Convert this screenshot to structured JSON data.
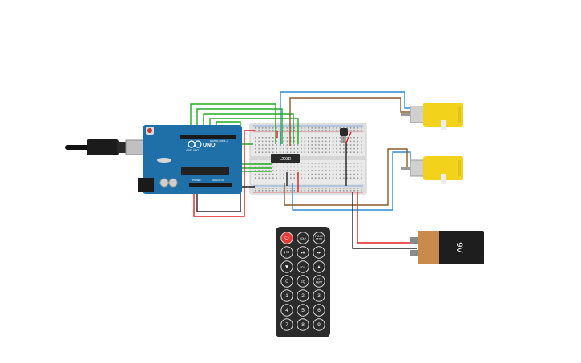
{
  "arduino": {
    "brand": "ARDUINO",
    "model": "UNO",
    "digital_header": "DIGITAL (PWM~)",
    "analog_header": "ANALOG IN",
    "power_header": "POWER"
  },
  "breadboard": {
    "chip_label": "L293D"
  },
  "battery": {
    "label": "9V",
    "colors": {
      "body": "#c98a4b",
      "cap": "#1e1e1e",
      "terminal": "#8a8a8a"
    }
  },
  "remote": {
    "rows": [
      [
        {
          "name": "power",
          "label": "⏻",
          "color": "#e53935"
        },
        {
          "name": "vol-plus",
          "label": "VOL+",
          "color": "#2b2b2b"
        },
        {
          "name": "func-stop",
          "label": "FUNC/ STOP",
          "color": "#2b2b2b"
        }
      ],
      [
        {
          "name": "rewind",
          "label": "⏮",
          "color": "#2b2b2b"
        },
        {
          "name": "play-pause",
          "label": "⏯",
          "color": "#2b2b2b"
        },
        {
          "name": "fast-forward",
          "label": "⏭",
          "color": "#2b2b2b"
        }
      ],
      [
        {
          "name": "down",
          "label": "▼",
          "color": "#2b2b2b"
        },
        {
          "name": "vol-minus",
          "label": "VOL-",
          "color": "#2b2b2b"
        },
        {
          "name": "up",
          "label": "▲",
          "color": "#2b2b2b"
        }
      ],
      [
        {
          "name": "0",
          "label": "0",
          "color": "#2b2b2b"
        },
        {
          "name": "eq",
          "label": "EQ",
          "color": "#2b2b2b"
        },
        {
          "name": "st-rept",
          "label": "ST/ REPT",
          "color": "#2b2b2b"
        }
      ],
      [
        {
          "name": "1",
          "label": "1",
          "color": "#2b2b2b"
        },
        {
          "name": "2",
          "label": "2",
          "color": "#2b2b2b"
        },
        {
          "name": "3",
          "label": "3",
          "color": "#2b2b2b"
        }
      ],
      [
        {
          "name": "4",
          "label": "4",
          "color": "#2b2b2b"
        },
        {
          "name": "5",
          "label": "5",
          "color": "#2b2b2b"
        },
        {
          "name": "6",
          "label": "6",
          "color": "#2b2b2b"
        }
      ],
      [
        {
          "name": "7",
          "label": "7",
          "color": "#2b2b2b"
        },
        {
          "name": "8",
          "label": "8",
          "color": "#2b2b2b"
        },
        {
          "name": "9",
          "label": "9",
          "color": "#2b2b2b"
        }
      ]
    ]
  },
  "colors": {
    "arduino_blue": "#1f6fa8",
    "motor_yellow": "#f2d21b",
    "wire_red": "#e02020",
    "wire_black": "#222222",
    "wire_green": "#22aa22",
    "wire_blue": "#2a8ad4",
    "wire_brown": "#8a5a2a",
    "breadboard": "#e9e9e9"
  }
}
